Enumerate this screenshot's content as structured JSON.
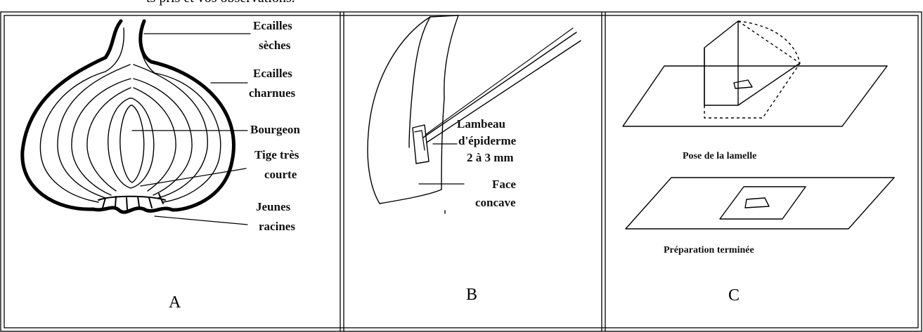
{
  "header_fragment": "ts pris et vos observations.",
  "panel_a": {
    "letter": "A",
    "labels": {
      "dry_scales_1": "Ecailles",
      "dry_scales_2": "sèches",
      "fleshy_scales_1": "Ecailles",
      "fleshy_scales_2": "charnues",
      "bud": "Bourgeon",
      "stem_1": "Tige très",
      "stem_2": "courte",
      "roots_1": "Jeunes",
      "roots_2": "racines"
    }
  },
  "panel_b": {
    "letter": "B",
    "labels": {
      "shred_1": "Lambeau",
      "shred_2": "d'épiderme",
      "shred_3": "2 à 3 mm",
      "face_1": "Face",
      "face_2": "concave"
    }
  },
  "panel_c": {
    "letter": "C",
    "labels": {
      "coverslip": "Pose de la lamelle",
      "done": "Préparation terminée"
    }
  },
  "colors": {
    "line": "#000000",
    "background": "#ffffff"
  }
}
